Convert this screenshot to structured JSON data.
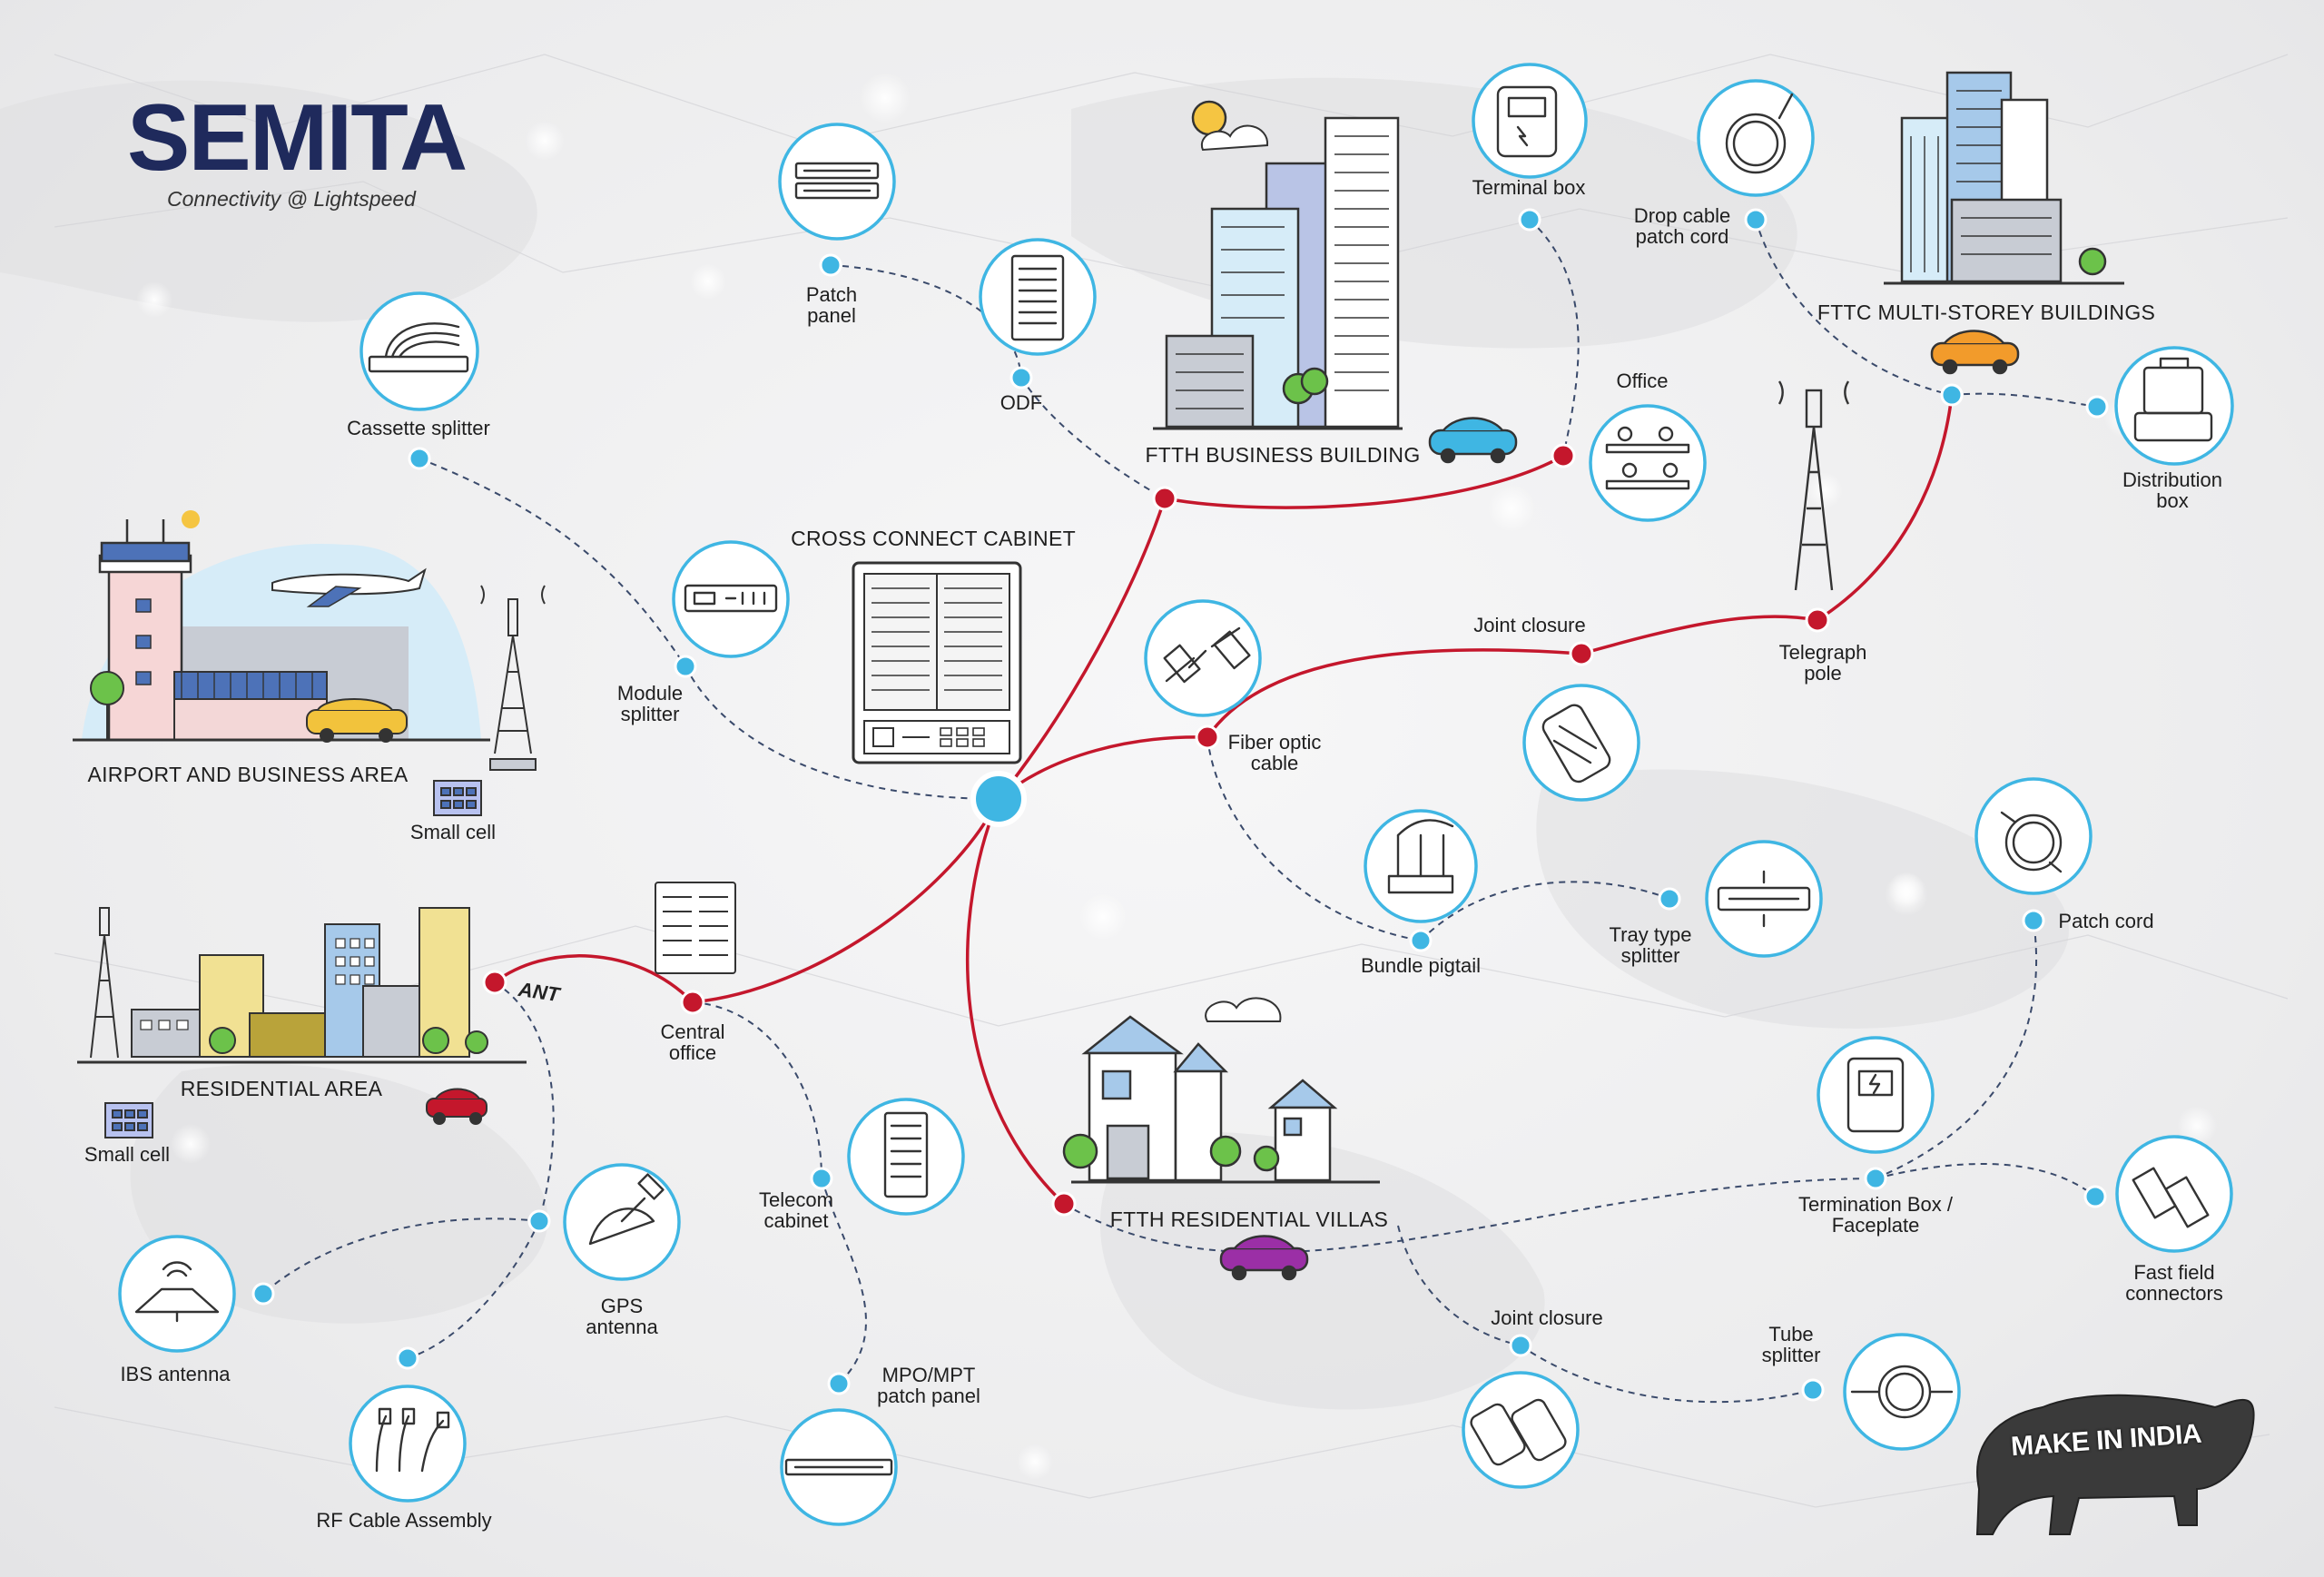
{
  "brand": {
    "name": "SEMITA",
    "tagline": "Connectivity @ Lightspeed"
  },
  "hub": {
    "label": "CROSS CONNECT CABINET"
  },
  "areas": {
    "airport": "AIRPORT AND BUSINESS AREA",
    "residential": "RESIDENTIAL AREA",
    "business_building": "FTTH BUSINESS BUILDING",
    "multistorey": "FTTC MULTI-STOREY BUILDINGS",
    "villas": "FTTH RESIDENTIAL VILLAS"
  },
  "labels": {
    "patch_panel": "Patch\npanel",
    "odf": "ODF",
    "terminal_box": "Terminal box",
    "drop_cable": "Drop cable\npatch cord",
    "office": "Office",
    "distribution_box": "Distribution\nbox",
    "cassette_splitter": "Cassette splitter",
    "module_splitter": "Module\nsplitter",
    "joint_closure_top": "Joint closure",
    "telegraph_pole": "Telegraph\npole",
    "fiber_optic_cable": "Fiber optic\ncable",
    "small_cell_airport": "Small cell",
    "bundle_pigtail": "Bundle pigtail",
    "tray_splitter": "Tray type\nsplitter",
    "patch_cord": "Patch cord",
    "ant": "ANT",
    "central_office": "Central\noffice",
    "small_cell_res": "Small cell",
    "telecom_cabinet": "Telecom\ncabinet",
    "gps_antenna": "GPS\nantenna",
    "ibs_antenna": "IBS antenna",
    "rf_cable": "RF Cable Assembly",
    "mpo_panel": "MPO/MPT\npatch panel",
    "termination_box": "Termination Box /\nFaceplate",
    "fast_connectors": "Fast field\nconnectors",
    "joint_closure_bottom": "Joint closure",
    "tube_splitter": "Tube\nsplitter"
  },
  "badge": {
    "text": "MAKE IN INDIA"
  },
  "icons": {
    "patch_panel": "patch-panel-icon",
    "odf": "odf-rack-icon",
    "terminal_box": "terminal-box-icon",
    "drop_cable": "cable-coil-icon",
    "office": "office-workers-icon",
    "distribution_box": "distribution-box-icon",
    "cassette_splitter": "cassette-splitter-icon",
    "module_splitter": "module-splitter-icon",
    "fiber_optic_cable": "fiber-connector-icon",
    "joint_closure": "joint-closure-icon",
    "bundle_pigtail": "bundle-pigtail-icon",
    "tray_splitter": "tray-splitter-icon",
    "patch_cord": "patch-cord-icon",
    "telecom_cabinet": "server-rack-icon",
    "gps_antenna": "satellite-dish-icon",
    "ibs_antenna": "ceiling-antenna-icon",
    "rf_cable": "rf-cable-icon",
    "mpo_panel": "mpo-panel-icon",
    "termination_box": "termination-box-icon",
    "fast_connectors": "fast-connector-icon",
    "joint_closure_bottom": "joint-closure-pair-icon",
    "tube_splitter": "tube-splitter-icon"
  },
  "colors": {
    "trunk": "#c4172c",
    "branch": "#3a4a6b",
    "node_fill": "#3fb6e3",
    "ring": "#3fb6e3",
    "brand": "#1f2a5c"
  }
}
